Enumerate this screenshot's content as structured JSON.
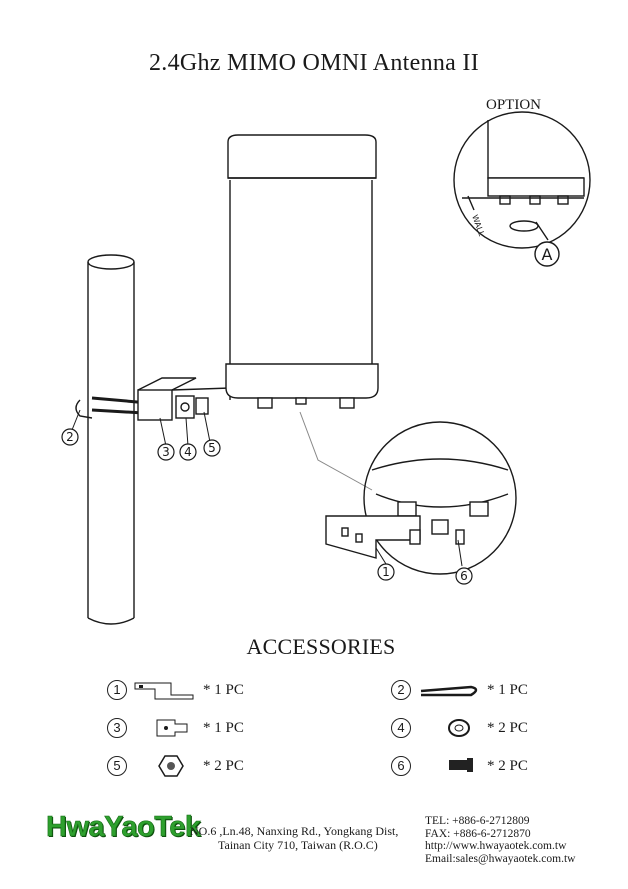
{
  "title": "2.4Ghz MIMO OMNI Antenna II",
  "option_label": "OPTION",
  "option_detail_letter": "A",
  "wall_label": "WALL",
  "callouts": [
    "2",
    "3",
    "4",
    "5",
    "1",
    "6"
  ],
  "accessories_heading": "ACCESSORIES",
  "accessories": [
    {
      "num": "1",
      "icon": "bracket-icon",
      "qty": "* 1 PC"
    },
    {
      "num": "2",
      "icon": "u-bolt-icon",
      "qty": "* 1 PC"
    },
    {
      "num": "3",
      "icon": "clamp-plate-icon",
      "qty": "* 1 PC"
    },
    {
      "num": "4",
      "icon": "washer-icon",
      "qty": "* 2 PC"
    },
    {
      "num": "5",
      "icon": "hex-nut-icon",
      "qty": "* 2 PC"
    },
    {
      "num": "6",
      "icon": "screw-icon",
      "qty": "* 2 PC"
    }
  ],
  "company": {
    "logo": "HwaYaoTek",
    "address_line1": "NO.6 ,Ln.48, Nanxing Rd., Yongkang Dist,",
    "address_line2": "Tainan City 710, Taiwan (R.O.C)",
    "tel": "TEL: +886-6-2712809",
    "fax": "FAX: +886-6-2712870",
    "web": "http://www.hwayaotek.com.tw",
    "email": "Email:sales@hwayaotek.com.tw"
  },
  "colors": {
    "logo_green": "#2ea02e",
    "line": "#1a1a1a"
  }
}
